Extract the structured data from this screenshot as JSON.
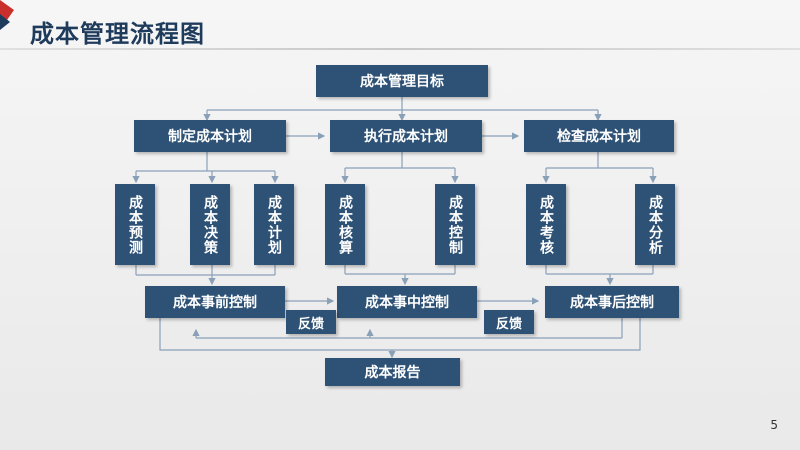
{
  "slide": {
    "title": "成本管理流程图",
    "page_number": "5"
  },
  "diagram": {
    "top": "成本管理目标",
    "stages": [
      "制定成本计划",
      "执行成本计划",
      "检查成本计划"
    ],
    "methods": [
      "成本预测",
      "成本决策",
      "成本计划",
      "成本核算",
      "成本控制",
      "成本考核",
      "成本分析"
    ],
    "controls": [
      "成本事前控制",
      "成本事中控制",
      "成本事后控制"
    ],
    "feedback": [
      "反馈",
      "反馈"
    ],
    "report": "成本报告"
  },
  "colors": {
    "node_fill": "#2e5276",
    "node_text": "#ffffff",
    "connector": "#8aa0b8",
    "title_text": "#1f3b5c",
    "accent_red": "#c9302c"
  }
}
